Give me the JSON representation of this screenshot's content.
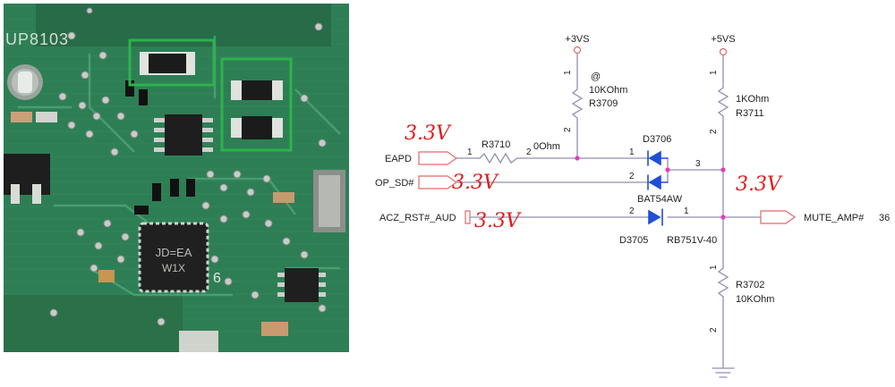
{
  "photo": {
    "silkscreen_text": "UP8103",
    "chip_marking_line1": "JD=EA",
    "chip_marking_line2": "W1X",
    "component_label": "6",
    "highlight_color": "#2db34a",
    "board_color": "#2e7d55"
  },
  "schematic": {
    "rails": {
      "vs3": {
        "label": "+3VS"
      },
      "vs5": {
        "label": "+5VS"
      }
    },
    "components": {
      "r3709": {
        "ref": "R3709",
        "value": "10KOhm",
        "marker": "@",
        "pin_top": "1",
        "pin_bottom": "2"
      },
      "r3711": {
        "ref": "R3711",
        "value": "1KOhm",
        "pin_top": "1",
        "pin_bottom": "2"
      },
      "r3710": {
        "ref": "R3710",
        "value": "0Ohm",
        "pin_left": "1",
        "pin_right": "2"
      },
      "d3706": {
        "ref": "D3706",
        "part": "BAT54AW",
        "pin_a": "1",
        "pin_b": "2",
        "pin_common": "3"
      },
      "d3705": {
        "ref": "D3705",
        "part": "RB751V-40",
        "pin_anode": "2",
        "pin_cathode": "1"
      },
      "r3702": {
        "ref": "R3702",
        "value": "10KOhm",
        "pin_top": "1",
        "pin_bottom": "2"
      }
    },
    "nets": {
      "eapd": "EAPD",
      "op_sd": "OP_SD#",
      "acz_rst": "ACZ_RST#_AUD",
      "mute_amp": "MUTE_AMP#",
      "mute_amp_page": "36"
    },
    "annotations": {
      "eapd_voltage": "3.3V",
      "op_sd_voltage": "3.3V",
      "acz_voltage": "3.3V",
      "common_voltage": "3.3V"
    },
    "colors": {
      "wire": "#8f8fb3",
      "diode": "#1f4fd6",
      "junction": "#e83ab8",
      "annotation": "#e11b1b",
      "text": "#222222",
      "port_border": "#e06a6a"
    }
  }
}
